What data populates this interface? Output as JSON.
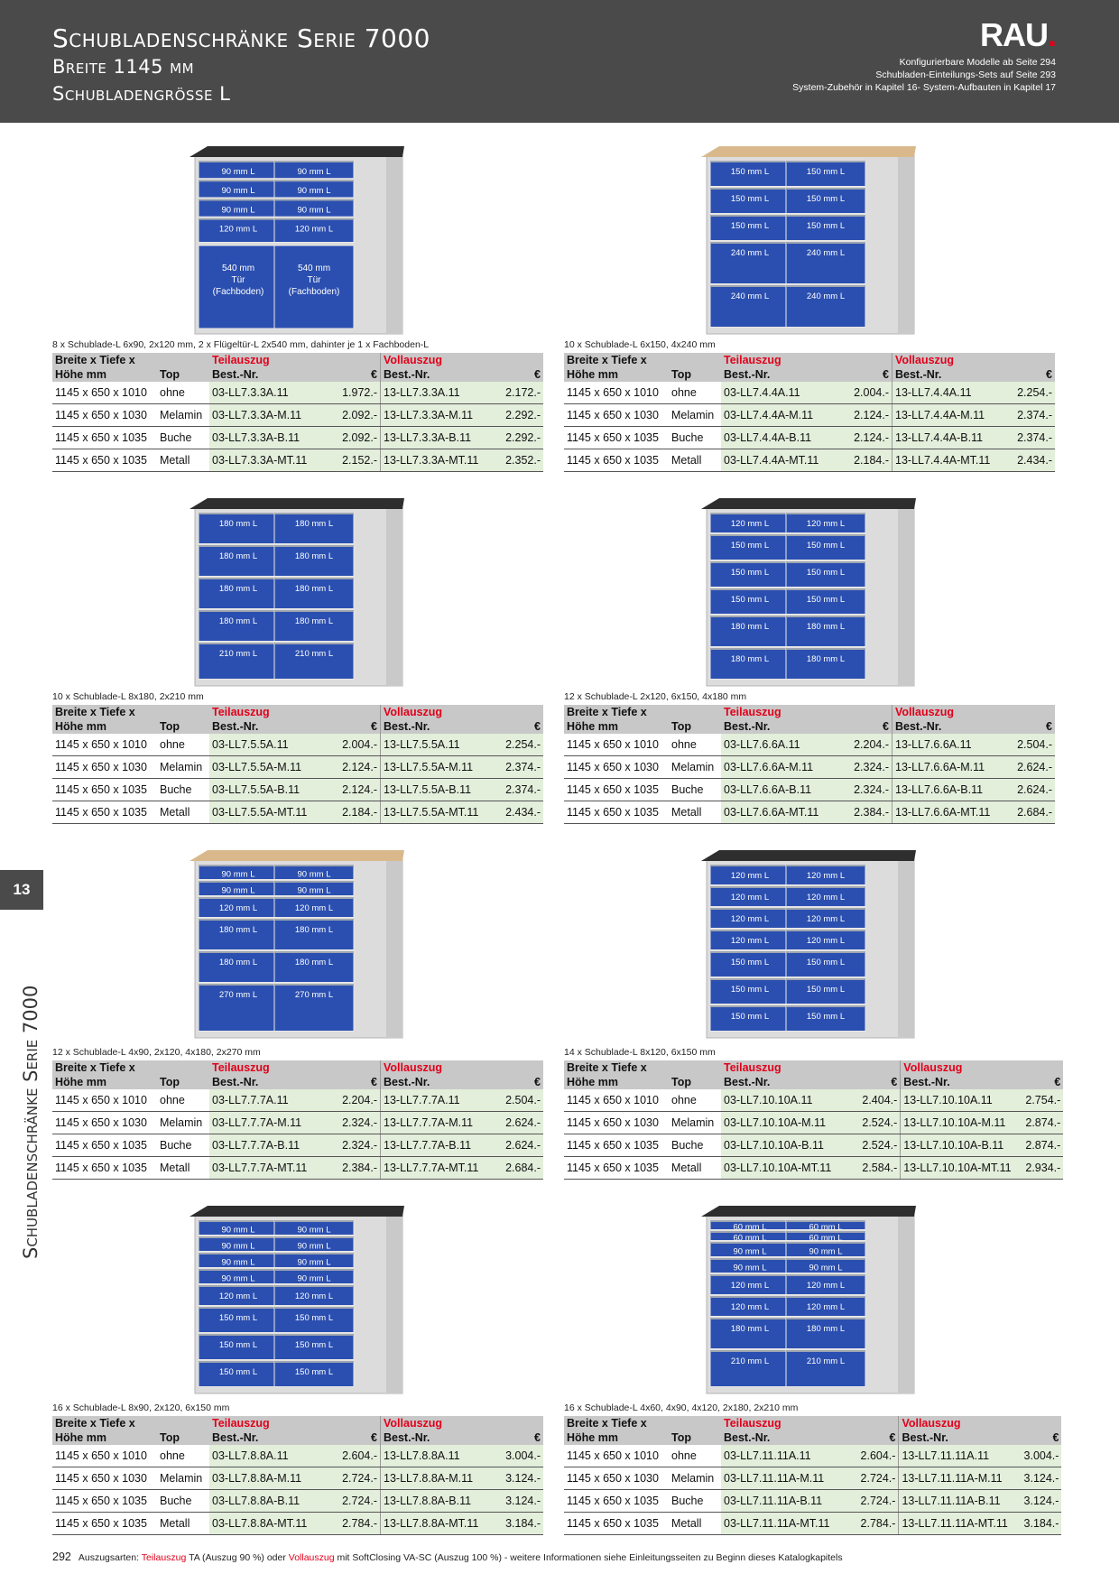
{
  "header": {
    "title": "Schubladenschränke Serie 7000",
    "subtitle1": "Breite 1145 mm",
    "subtitle2": "Schubladengrösse L",
    "logo": "RAU",
    "logo_dot": ".",
    "note1": "Konfigurierbare Modelle ab Seite 294",
    "note2": "Schubladen-Einteilungs-Sets auf Seite 293",
    "note3": "System-Zubehör in Kapitel 16- System-Aufbauten in Kapitel 17"
  },
  "side": {
    "chapter": "13",
    "label": "Schubladenschränke Serie 7000"
  },
  "table_headers": {
    "col1a": "Breite x Tiefe x",
    "col1b": "Höhe mm",
    "col2": "Top",
    "teil": "Teilauszug",
    "voll": "Vollauszug",
    "bestnr": "Best.-Nr.",
    "euro": "€"
  },
  "products": [
    {
      "caption": "8 x Schublade-L 6x90, 2x120 mm, 2 x Flügeltür-L 2x540 mm, dahinter je 1 x Fachboden-L",
      "top": "black",
      "left_drawers": [
        "90 mm L",
        "90 mm L",
        "90 mm L",
        "120 mm L"
      ],
      "right_drawers": [
        "90 mm L",
        "90 mm L",
        "90 mm L",
        "120 mm L"
      ],
      "door": [
        "540 mm",
        "Tür",
        "(Fachboden)"
      ],
      "rows": [
        [
          "1145 x 650 x 1010",
          "ohne",
          "03-LL7.3.3A.11",
          "1.972.-",
          "13-LL7.3.3A.11",
          "2.172.-"
        ],
        [
          "1145 x 650 x 1030",
          "Melamin",
          "03-LL7.3.3A-M.11",
          "2.092.-",
          "13-LL7.3.3A-M.11",
          "2.292.-"
        ],
        [
          "1145 x 650 x 1035",
          "Buche",
          "03-LL7.3.3A-B.11",
          "2.092.-",
          "13-LL7.3.3A-B.11",
          "2.292.-"
        ],
        [
          "1145 x 650 x 1035",
          "Metall",
          "03-LL7.3.3A-MT.11",
          "2.152.-",
          "13-LL7.3.3A-MT.11",
          "2.352.-"
        ]
      ]
    },
    {
      "caption": "10 x Schublade-L 6x150, 4x240 mm",
      "top": "wood",
      "left_drawers": [
        "150 mm L",
        "150 mm L",
        "150 mm L",
        "240 mm L",
        "240 mm L"
      ],
      "right_drawers": [
        "150 mm L",
        "150 mm L",
        "150 mm L",
        "240 mm L",
        "240 mm L"
      ],
      "rows": [
        [
          "1145 x 650 x 1010",
          "ohne",
          "03-LL7.4.4A.11",
          "2.004.-",
          "13-LL7.4.4A.11",
          "2.254.-"
        ],
        [
          "1145 x 650 x 1030",
          "Melamin",
          "03-LL7.4.4A-M.11",
          "2.124.-",
          "13-LL7.4.4A-M.11",
          "2.374.-"
        ],
        [
          "1145 x 650 x 1035",
          "Buche",
          "03-LL7.4.4A-B.11",
          "2.124.-",
          "13-LL7.4.4A-B.11",
          "2.374.-"
        ],
        [
          "1145 x 650 x 1035",
          "Metall",
          "03-LL7.4.4A-MT.11",
          "2.184.-",
          "13-LL7.4.4A-MT.11",
          "2.434.-"
        ]
      ]
    },
    {
      "caption": "10 x Schublade-L 8x180, 2x210 mm",
      "top": "black",
      "left_drawers": [
        "180 mm L",
        "180 mm L",
        "180 mm L",
        "180 mm L",
        "210 mm L"
      ],
      "right_drawers": [
        "180 mm L",
        "180 mm L",
        "180 mm L",
        "180 mm L",
        "210 mm L"
      ],
      "rows": [
        [
          "1145 x 650 x 1010",
          "ohne",
          "03-LL7.5.5A.11",
          "2.004.-",
          "13-LL7.5.5A.11",
          "2.254.-"
        ],
        [
          "1145 x 650 x 1030",
          "Melamin",
          "03-LL7.5.5A-M.11",
          "2.124.-",
          "13-LL7.5.5A-M.11",
          "2.374.-"
        ],
        [
          "1145 x 650 x 1035",
          "Buche",
          "03-LL7.5.5A-B.11",
          "2.124.-",
          "13-LL7.5.5A-B.11",
          "2.374.-"
        ],
        [
          "1145 x 650 x 1035",
          "Metall",
          "03-LL7.5.5A-MT.11",
          "2.184.-",
          "13-LL7.5.5A-MT.11",
          "2.434.-"
        ]
      ]
    },
    {
      "caption": "12 x Schublade-L 2x120, 6x150, 4x180 mm",
      "top": "black",
      "left_drawers": [
        "120 mm L",
        "150 mm L",
        "150 mm L",
        "150 mm L",
        "180 mm L",
        "180 mm L"
      ],
      "right_drawers": [
        "120 mm L",
        "150 mm L",
        "150 mm L",
        "150 mm L",
        "180 mm L",
        "180 mm L"
      ],
      "rows": [
        [
          "1145 x 650 x 1010",
          "ohne",
          "03-LL7.6.6A.11",
          "2.204.-",
          "13-LL7.6.6A.11",
          "2.504.-"
        ],
        [
          "1145 x 650 x 1030",
          "Melamin",
          "03-LL7.6.6A-M.11",
          "2.324.-",
          "13-LL7.6.6A-M.11",
          "2.624.-"
        ],
        [
          "1145 x 650 x 1035",
          "Buche",
          "03-LL7.6.6A-B.11",
          "2.324.-",
          "13-LL7.6.6A-B.11",
          "2.624.-"
        ],
        [
          "1145 x 650 x 1035",
          "Metall",
          "03-LL7.6.6A-MT.11",
          "2.384.-",
          "13-LL7.6.6A-MT.11",
          "2.684.-"
        ]
      ]
    },
    {
      "caption": "12 x Schublade-L 4x90, 2x120, 4x180, 2x270 mm",
      "top": "wood",
      "left_drawers": [
        "90 mm L",
        "90 mm L",
        "120 mm L",
        "180 mm L",
        "180 mm L",
        "270 mm L"
      ],
      "right_drawers": [
        "90 mm L",
        "90 mm L",
        "120 mm L",
        "180 mm L",
        "180 mm L",
        "270 mm L"
      ],
      "rows": [
        [
          "1145 x 650 x 1010",
          "ohne",
          "03-LL7.7.7A.11",
          "2.204.-",
          "13-LL7.7.7A.11",
          "2.504.-"
        ],
        [
          "1145 x 650 x 1030",
          "Melamin",
          "03-LL7.7.7A-M.11",
          "2.324.-",
          "13-LL7.7.7A-M.11",
          "2.624.-"
        ],
        [
          "1145 x 650 x 1035",
          "Buche",
          "03-LL7.7.7A-B.11",
          "2.324.-",
          "13-LL7.7.7A-B.11",
          "2.624.-"
        ],
        [
          "1145 x 650 x 1035",
          "Metall",
          "03-LL7.7.7A-MT.11",
          "2.384.-",
          "13-LL7.7.7A-MT.11",
          "2.684.-"
        ]
      ]
    },
    {
      "caption": "14 x Schublade-L 8x120, 6x150 mm",
      "top": "black",
      "left_drawers": [
        "120 mm L",
        "120 mm L",
        "120 mm L",
        "120 mm L",
        "150 mm L",
        "150 mm L",
        "150 mm L"
      ],
      "right_drawers": [
        "120 mm L",
        "120 mm L",
        "120 mm L",
        "120 mm L",
        "150 mm L",
        "150 mm L",
        "150 mm L"
      ],
      "rows": [
        [
          "1145 x 650 x 1010",
          "ohne",
          "03-LL7.10.10A.11",
          "2.404.-",
          "13-LL7.10.10A.11",
          "2.754.-"
        ],
        [
          "1145 x 650 x 1030",
          "Melamin",
          "03-LL7.10.10A-M.11",
          "2.524.-",
          "13-LL7.10.10A-M.11",
          "2.874.-"
        ],
        [
          "1145 x 650 x 1035",
          "Buche",
          "03-LL7.10.10A-B.11",
          "2.524.-",
          "13-LL7.10.10A-B.11",
          "2.874.-"
        ],
        [
          "1145 x 650 x 1035",
          "Metall",
          "03-LL7.10.10A-MT.11",
          "2.584.-",
          "13-LL7.10.10A-MT.11",
          "2.934.-"
        ]
      ]
    },
    {
      "caption": "16 x Schublade-L 8x90, 2x120, 6x150 mm",
      "top": "black",
      "left_drawers": [
        "90 mm L",
        "90 mm L",
        "90 mm L",
        "90 mm L",
        "120 mm L",
        "150 mm L",
        "150 mm L",
        "150 mm L"
      ],
      "right_drawers": [
        "90 mm L",
        "90 mm L",
        "90 mm L",
        "90 mm L",
        "120 mm L",
        "150 mm L",
        "150 mm L",
        "150 mm L"
      ],
      "rows": [
        [
          "1145 x 650 x 1010",
          "ohne",
          "03-LL7.8.8A.11",
          "2.604.-",
          "13-LL7.8.8A.11",
          "3.004.-"
        ],
        [
          "1145 x 650 x 1030",
          "Melamin",
          "03-LL7.8.8A-M.11",
          "2.724.-",
          "13-LL7.8.8A-M.11",
          "3.124.-"
        ],
        [
          "1145 x 650 x 1035",
          "Buche",
          "03-LL7.8.8A-B.11",
          "2.724.-",
          "13-LL7.8.8A-B.11",
          "3.124.-"
        ],
        [
          "1145 x 650 x 1035",
          "Metall",
          "03-LL7.8.8A-MT.11",
          "2.784.-",
          "13-LL7.8.8A-MT.11",
          "3.184.-"
        ]
      ]
    },
    {
      "caption": "16 x Schublade-L 4x60, 4x90, 4x120, 2x180, 2x210 mm",
      "top": "black",
      "left_drawers": [
        "60 mm L",
        "60 mm L",
        "90 mm L",
        "90 mm L",
        "120 mm L",
        "120 mm L",
        "180 mm L",
        "210 mm L"
      ],
      "right_drawers": [
        "60 mm L",
        "60 mm L",
        "90 mm L",
        "90 mm L",
        "120 mm L",
        "120 mm L",
        "180 mm L",
        "210 mm L"
      ],
      "rows": [
        [
          "1145 x 650 x 1010",
          "ohne",
          "03-LL7.11.11A.11",
          "2.604.-",
          "13-LL7.11.11A.11",
          "3.004.-"
        ],
        [
          "1145 x 650 x 1030",
          "Melamin",
          "03-LL7.11.11A-M.11",
          "2.724.-",
          "13-LL7.11.11A-M.11",
          "3.124.-"
        ],
        [
          "1145 x 650 x 1035",
          "Buche",
          "03-LL7.11.11A-B.11",
          "2.724.-",
          "13-LL7.11.11A-B.11",
          "3.124.-"
        ],
        [
          "1145 x 650 x 1035",
          "Metall",
          "03-LL7.11.11A-MT.11",
          "2.784.-",
          "13-LL7.11.11A-MT.11",
          "3.184.-"
        ]
      ]
    }
  ],
  "footer": {
    "page": "292",
    "t1": "Auszugsarten: ",
    "teil": "Teilauszug",
    "t2": " TA (Auszug 90 %)  oder  ",
    "voll": "Vollauszug",
    "t3": " mit SoftClosing VA-SC (Auszug 100 %) -  weitere Informationen siehe Einleitungsseiten zu Beginn dieses Katalogkapitels"
  },
  "colors": {
    "header_bg": "#4a4a4a",
    "accent_red": "#e2001a",
    "drawer_blue": "#2b4fb0",
    "row_green": "#e3eedb",
    "table_header": "#c8c8c8"
  }
}
